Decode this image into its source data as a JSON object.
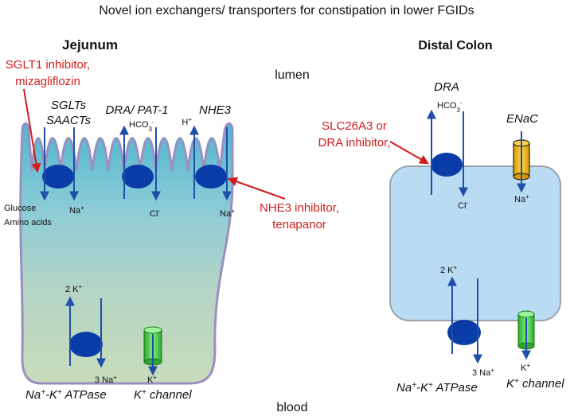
{
  "title": "Novel ion exchangers/ transporters for constipation in lower FGIDs",
  "labels": {
    "lumen": "lumen",
    "blood": "blood"
  },
  "jejunum": {
    "heading": "Jejunum",
    "sglt_inhibitor": [
      "SGLT1 inhibitor,",
      "mizagliflozin"
    ],
    "nhe3_inhibitor": [
      "NHE3 inhibitor,",
      "tenapanor"
    ],
    "transporters": {
      "sglts": [
        "SGLTs",
        "SAACTs"
      ],
      "dra": "DRA/ PAT-1",
      "nhe3": "NHE3"
    },
    "ions": {
      "glucose": [
        "Glucose",
        "Amino acids"
      ],
      "na1": "Na+",
      "hco3": "HCO3-",
      "cl": "Cl-",
      "h": "H+",
      "na2": "Na+",
      "k2": "2 K+",
      "na3": "3 Na+",
      "k": "K+"
    },
    "pump": "Na+-K+ ATPase",
    "channel": "K+ channel"
  },
  "colon": {
    "heading": "Distal Colon",
    "dra": "DRA",
    "enac": "ENaC",
    "dra_inhibitor": [
      "SLC26A3 or",
      "DRA inhibitor,"
    ],
    "ions": {
      "hco3": "HCO3-",
      "cl": "Cl-",
      "na": "Na+",
      "k2": "2 K+",
      "na3": "3 Na+",
      "k": "K+"
    },
    "pump": "Na+-K+ ATPase",
    "channel": "K+ channel"
  },
  "colors": {
    "arrow": "#1f4fa8",
    "transporter": "#0a3ca8",
    "inhibitor_text": "#d01c1c",
    "enac": "#f0b400",
    "k_channel": "#3ec83e",
    "colon_cell": "#b9dcf3"
  }
}
